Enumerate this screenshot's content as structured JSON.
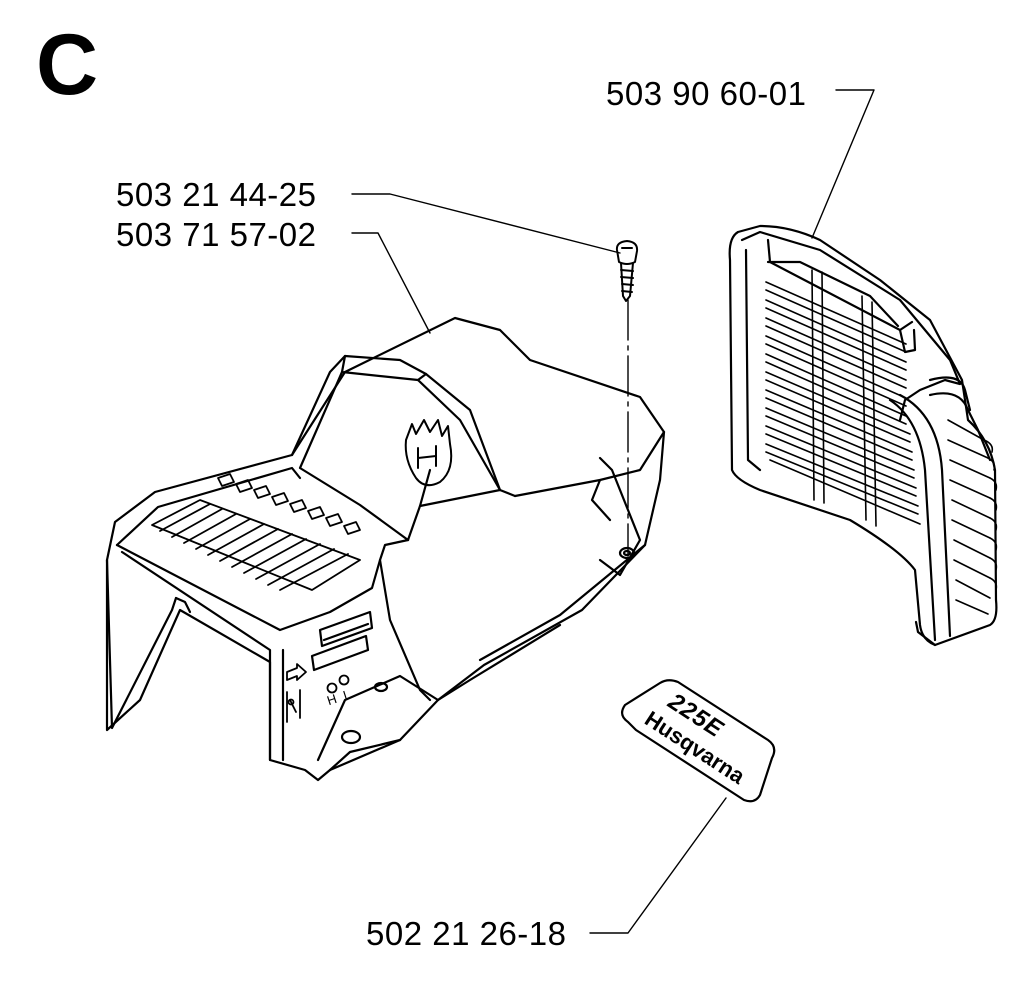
{
  "section": {
    "letter": "C"
  },
  "parts": {
    "air_grille": {
      "number": "503 90 60-01"
    },
    "screw": {
      "number": "503 21 44-25"
    },
    "cylinder_cover": {
      "number": "503 71 57-02"
    },
    "decal": {
      "number": "502 21 26-18"
    }
  },
  "decal": {
    "model": "225E",
    "brand": "Husqvarna"
  },
  "cover_markings": {
    "choke_letters": "H L"
  },
  "colors": {
    "ink": "#000000",
    "background": "#ffffff",
    "decal_fill": "#000000"
  },
  "icons": [
    "husqvarna-crown-logo-icon",
    "arrow-right-icon",
    "choke-lever-icon"
  ]
}
